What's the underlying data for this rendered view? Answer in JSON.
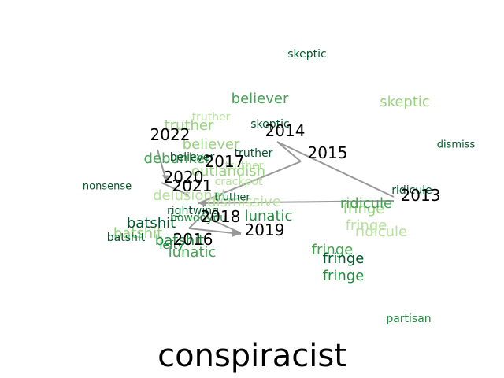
{
  "title": "conspiracist",
  "colors": {
    "dark_green": "#00582a",
    "mid_green": "#228b3e",
    "green": "#43a352",
    "light_green": "#97d27f",
    "pale_green": "#b7e19d",
    "edge_gray": "#999999",
    "year_text": "#000000"
  },
  "years": [
    "2013",
    "2014",
    "2015",
    "2016",
    "2017",
    "2018",
    "2019",
    "2020",
    "2021",
    "2022"
  ],
  "words": [
    "skeptic",
    "believer",
    "skeptic",
    "skeptic",
    "dismiss",
    "truther",
    "truther",
    "believer",
    "truther",
    "truther",
    "debunker",
    "believer",
    "outlandish",
    "crackpot",
    "nonsense",
    "delusional",
    "dismissive",
    "truther",
    "rightwing",
    "howdoyou",
    "batshit",
    "batshit",
    "batshit",
    "lunatic",
    "ridicule",
    "fringe",
    "fringe",
    "ridicule",
    "ridicule",
    "fringe",
    "fringe",
    "fringe",
    "lefty",
    "batshit",
    "lunatic",
    "partisan"
  ]
}
